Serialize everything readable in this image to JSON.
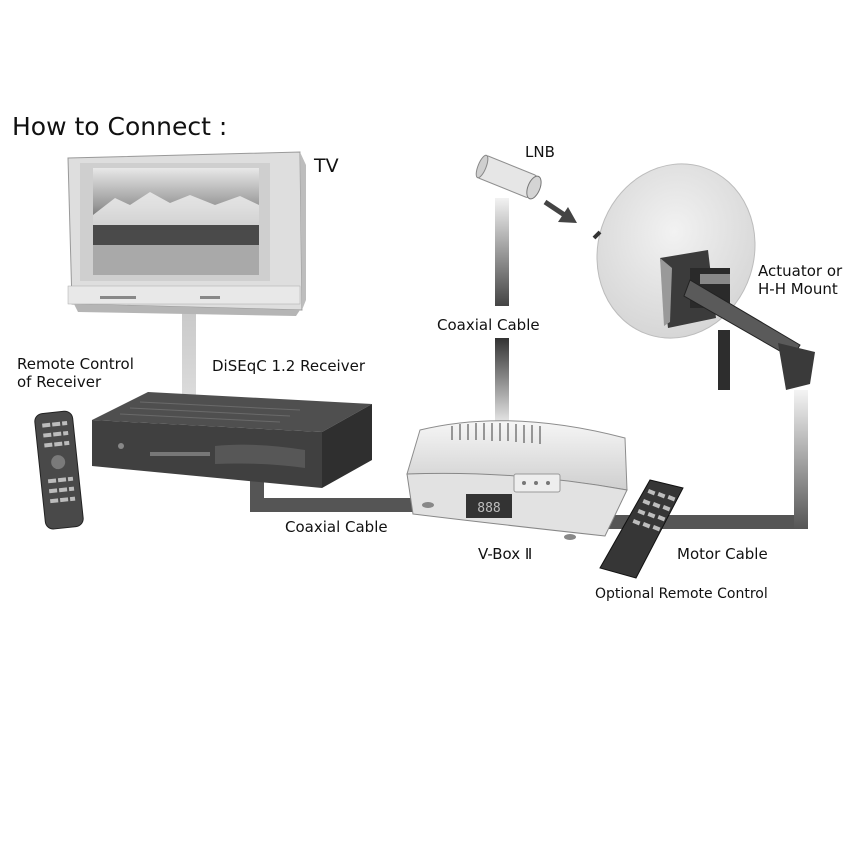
{
  "title": "How to Connect :",
  "labels": {
    "tv": "TV",
    "lnb": "LNB",
    "actuator_line1": "Actuator or",
    "actuator_line2": "H-H Mount",
    "coaxial_cable_top": "Coaxial Cable",
    "remote_line1": "Remote Control",
    "remote_line2": "of Receiver",
    "receiver": "DiSEqC 1.2 Receiver",
    "coaxial_cable_bottom": "Coaxial Cable",
    "vbox": "V-Box Ⅱ",
    "motor_cable": "Motor Cable",
    "optional_remote": "Optional Remote Control"
  },
  "colors": {
    "cable_dark": "#555555",
    "cable_light": "#c8c8c8",
    "device_dark": "#3a3a3a",
    "device_light": "#dcdcdc",
    "background": "#ffffff"
  },
  "device_panel": {
    "vbox_display": "888"
  }
}
